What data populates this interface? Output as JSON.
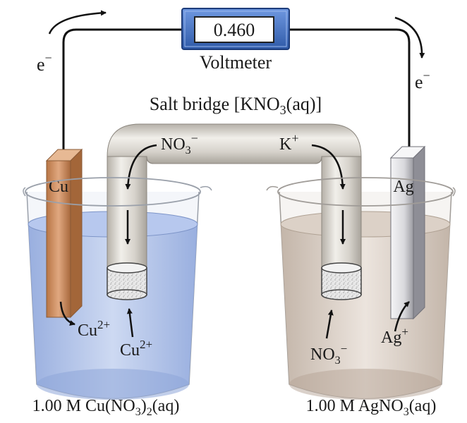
{
  "voltmeter": {
    "reading": "0.460",
    "label": "Voltmeter"
  },
  "electron_flow": {
    "left": {
      "base": "e",
      "sup": "−"
    },
    "right": {
      "base": "e",
      "sup": "−"
    }
  },
  "salt_bridge": {
    "label_pre": "Salt bridge [KNO",
    "label_sub": "3",
    "label_post": "(aq)]",
    "anion": {
      "base": "NO",
      "sub": "3",
      "sup": "−"
    },
    "cation": {
      "base": "K",
      "sup": "+"
    }
  },
  "left_cell": {
    "electrode": "Cu",
    "ion_out": {
      "base": "Cu",
      "sup": "2+"
    },
    "ion_in": {
      "base": "Cu",
      "sup": "2+"
    },
    "solution": {
      "pre": "1.00 M Cu(NO",
      "sub1": "3",
      "mid": ")",
      "sub2": "2",
      "post": "(aq)"
    },
    "solution_color": "#a9bde6"
  },
  "right_cell": {
    "electrode": "Ag",
    "ion_anion": {
      "base": "NO",
      "sub": "3",
      "sup": "−"
    },
    "ion_cation": {
      "base": "Ag",
      "sup": "+"
    },
    "solution": {
      "pre": "1.00 M AgNO",
      "sub": "3",
      "post": "(aq)"
    },
    "solution_color": "#d4c7bc"
  },
  "colors": {
    "copper": "#c98a5c",
    "silver": "#c9c9cc",
    "voltmeter_body": "#4a78c8",
    "wire": "#111111"
  }
}
